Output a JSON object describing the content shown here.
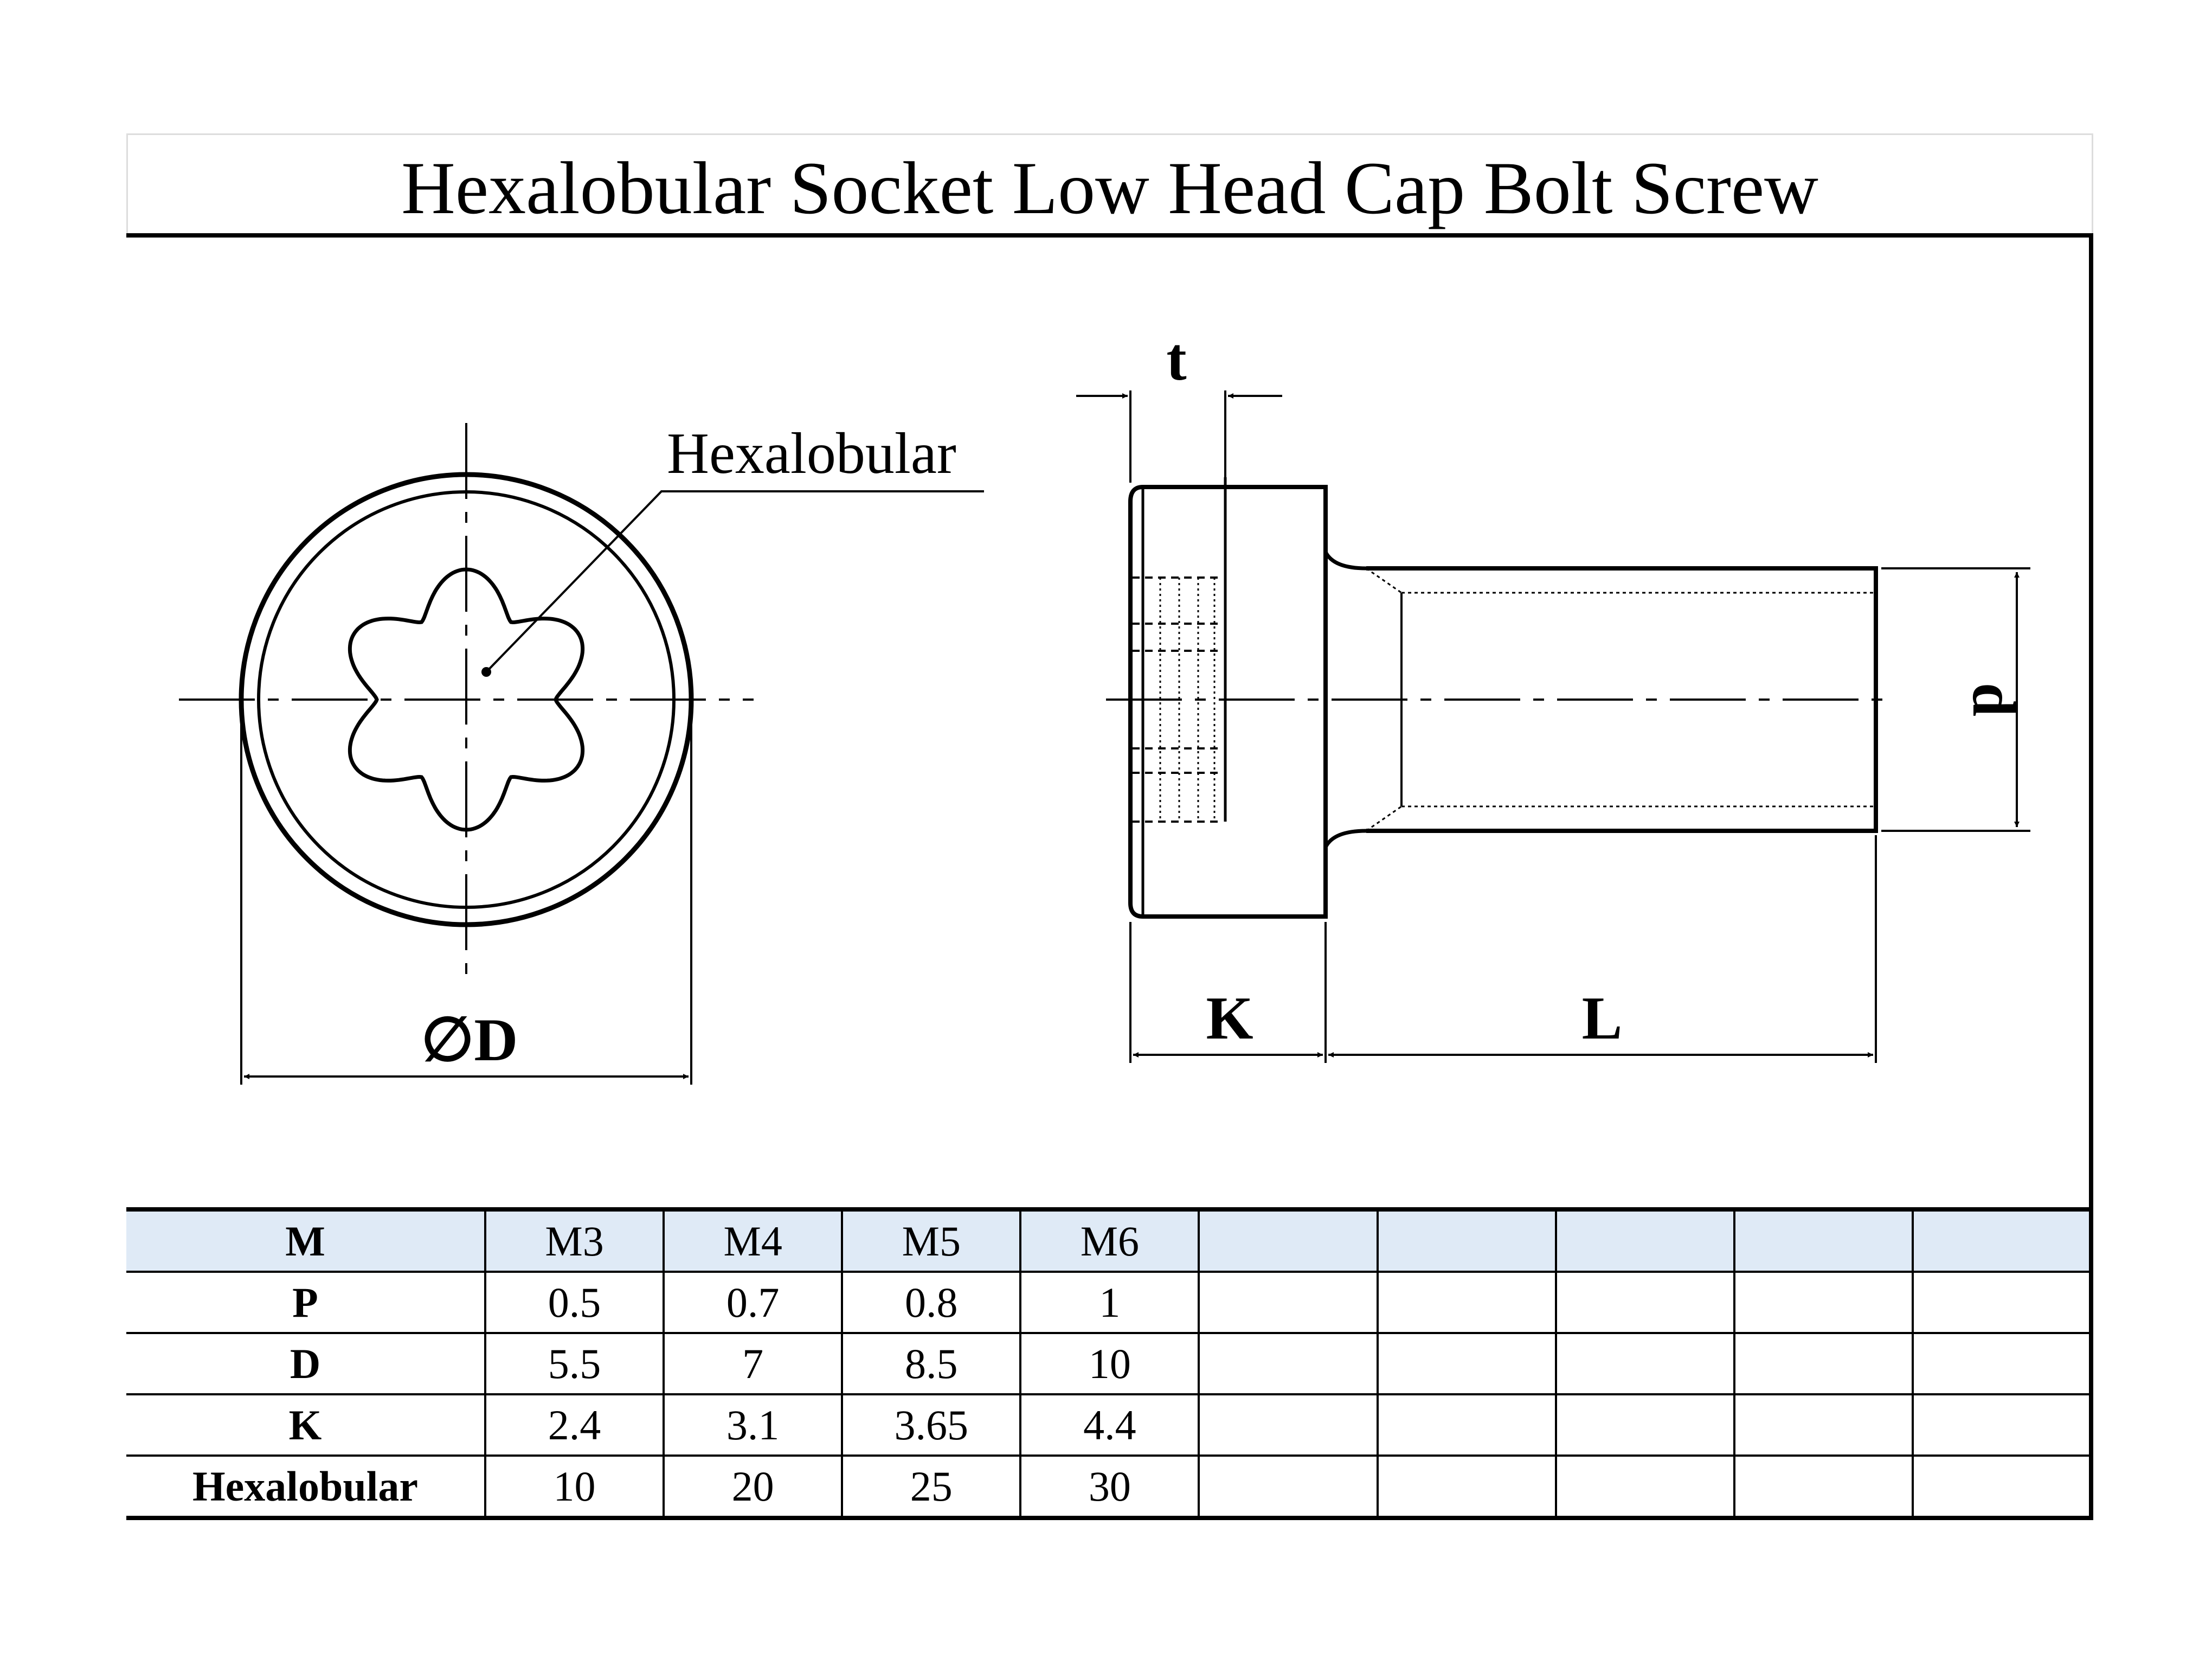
{
  "title": "Hexalobular Socket Low Head Cap Bolt Screw",
  "drawing": {
    "callout_label": "Hexalobular",
    "dim_diameter_label": "∅D",
    "dim_t_label": "t",
    "dim_k_label": "K",
    "dim_l_label": "L",
    "dim_d_label": "d"
  },
  "table": {
    "rows": [
      {
        "label": "M",
        "values": [
          "M3",
          "M4",
          "M5",
          "M6",
          "",
          "",
          "",
          "",
          ""
        ]
      },
      {
        "label": "P",
        "values": [
          "0.5",
          "0.7",
          "0.8",
          "1",
          "",
          "",
          "",
          "",
          ""
        ]
      },
      {
        "label": "D",
        "values": [
          "5.5",
          "7",
          "8.5",
          "10",
          "",
          "",
          "",
          "",
          ""
        ]
      },
      {
        "label": "K",
        "values": [
          "2.4",
          "3.1",
          "3.65",
          "4.4",
          "",
          "",
          "",
          "",
          ""
        ]
      },
      {
        "label": "Hexalobular",
        "values": [
          "10",
          "20",
          "25",
          "30",
          "",
          "",
          "",
          "",
          ""
        ]
      }
    ]
  },
  "colors": {
    "header_row_fill": "#dfeaf6",
    "line": "#000000"
  }
}
